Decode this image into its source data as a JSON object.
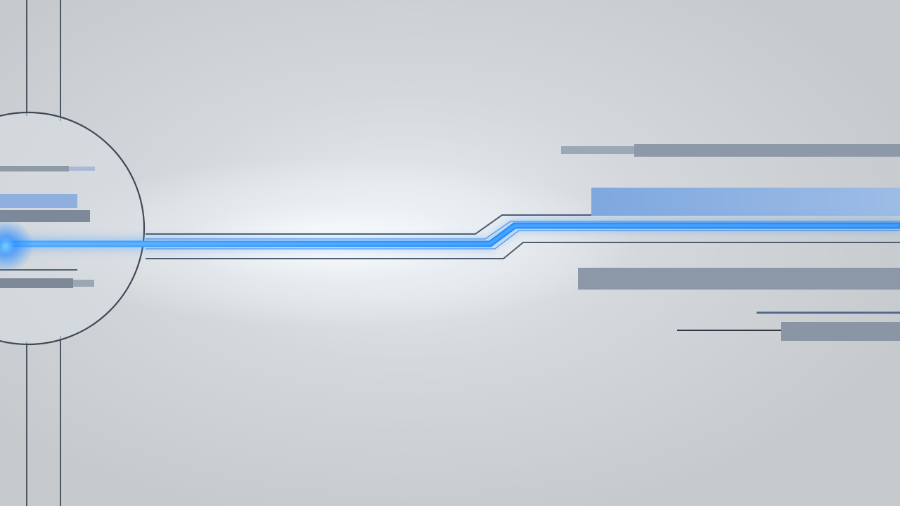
{
  "scene": {
    "background_color": "#c8ccd0",
    "glow_color": "#ffffff",
    "beam_color": "#1e8cff",
    "beam_core_color": "#bfe6ff",
    "trace_color": "#4a5a6e",
    "bar_color_gray": "#8c9aaa",
    "bar_color_blue": "#86aee0",
    "bar_color_light_blue": "#9fb6d6"
  },
  "elements": {
    "circle": "circle-frame",
    "beam": "light-beam",
    "traces": "circuit-traces",
    "bars": "data-bars"
  }
}
